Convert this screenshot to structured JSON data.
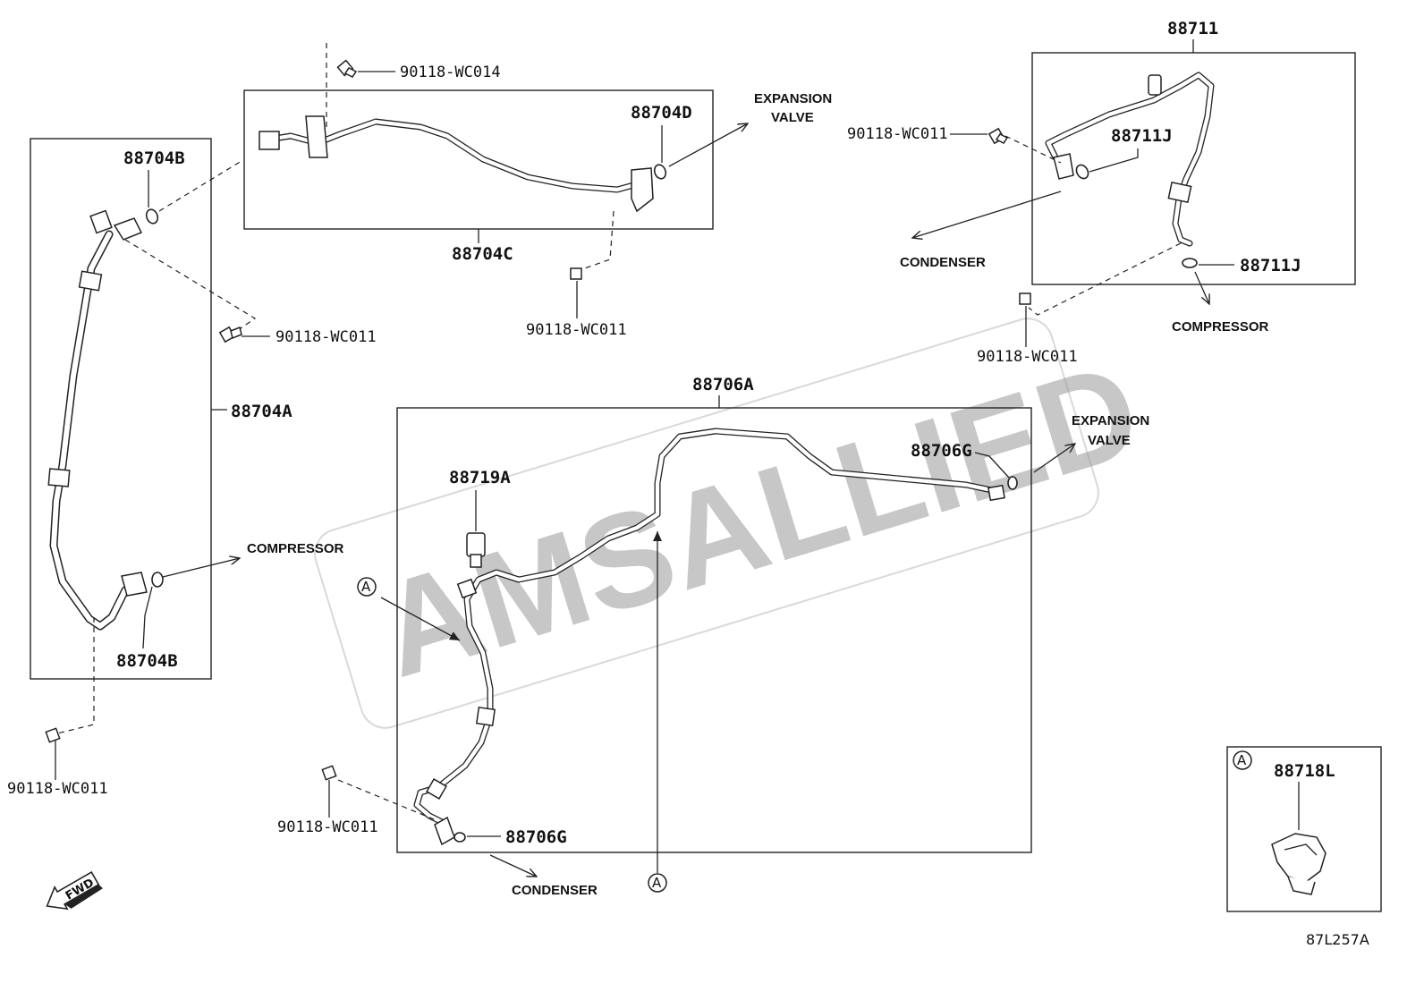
{
  "watermark": "AMSALLIED",
  "figure_code": "87L257A",
  "fwd_label": "FWD",
  "callout_letter": "A",
  "labels": {
    "p88704b_top": "88704B",
    "p88704b_bottom": "88704B",
    "p88704a": "88704A",
    "p88704c": "88704C",
    "p88704d": "88704D",
    "p88711": "88711",
    "p88711j_top": "88711J",
    "p88711j_bottom": "88711J",
    "p88706a": "88706A",
    "p88706g_top": "88706G",
    "p88706g_bottom": "88706G",
    "p88719a": "88719A",
    "p88718l": "88718L",
    "bolt_wc014": "90118-WC014",
    "bolt_wc011_a": "90118-WC011",
    "bolt_wc011_b": "90118-WC011",
    "bolt_wc011_c": "90118-WC011",
    "bolt_wc011_d": "90118-WC011",
    "bolt_wc011_e": "90118-WC011",
    "bolt_wc011_f": "90118-WC011"
  },
  "destinations": {
    "expansion_valve_1_line1": "EXPANSION",
    "expansion_valve_1_line2": "VALVE",
    "expansion_valve_2_line1": "EXPANSION",
    "expansion_valve_2_line2": "VALVE",
    "compressor_1": "COMPRESSOR",
    "compressor_2": "COMPRESSOR",
    "condenser_1": "CONDENSER",
    "condenser_2": "CONDENSER"
  }
}
